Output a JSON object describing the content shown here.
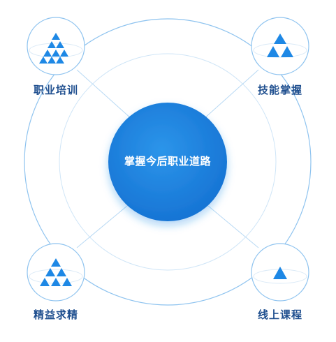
{
  "center": {
    "label": "掌握今后职业道路"
  },
  "nodes": [
    {
      "label": "职业培训",
      "icon": "nine-triangles-pyramid-icon",
      "position": "top-left"
    },
    {
      "label": "技能掌握",
      "icon": "triforce-icon",
      "position": "top-right"
    },
    {
      "label": "精益求精",
      "icon": "six-triangles-pyramid-icon",
      "position": "bottom-left"
    },
    {
      "label": "线上课程",
      "icon": "single-triangle-icon",
      "position": "bottom-right"
    }
  ],
  "colors": {
    "primary": "#1e88e5",
    "ring": "#8ec3ef",
    "connector": "#b8d9f4",
    "label": "#1f4f8f"
  }
}
